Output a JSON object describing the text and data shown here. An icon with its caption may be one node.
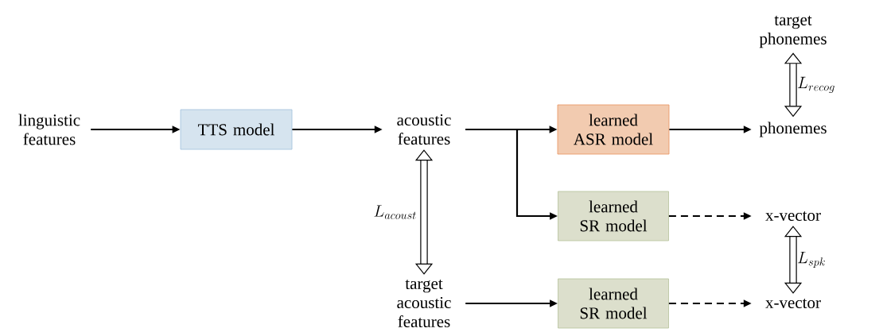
{
  "diagram": {
    "nodes": [
      {
        "text": [
          "linguistic features"
        ]
      },
      {
        "text": [
          "TTS model"
        ]
      },
      {
        "text": [
          "acoustic features"
        ]
      },
      {
        "text": [
          "learned ASR model"
        ]
      },
      {
        "text": [
          "phonemes"
        ]
      },
      {
        "text": [
          "target phonemes"
        ]
      },
      {
        "text": [
          "learned SR model"
        ]
      },
      {
        "text": [
          "x-vector"
        ]
      },
      {
        "text": [
          "target acoustic features"
        ]
      },
      {
        "text": [
          "learned SR model"
        ]
      },
      {
        "text": [
          "x-vector"
        ]
      }
    ],
    "edges": [
      {
        "from": 0,
        "to": 1,
        "arrow": "to"
      },
      {
        "from": 1,
        "to": 2,
        "arrow": "to"
      },
      {
        "from": 2,
        "to": 3,
        "arrow": "to"
      },
      {
        "from": 2,
        "to": 6,
        "arrow": "to"
      },
      {
        "from": 3,
        "to": 4,
        "arrow": "to"
      },
      {
        "from": 6,
        "to": 7,
        "arrow": "to",
        "style": "dashed"
      },
      {
        "from": 8,
        "to": 9,
        "arrow": "to"
      },
      {
        "from": 9,
        "to": 10,
        "arrow": "to",
        "style": "dashed"
      },
      {
        "from": 2,
        "to": 8,
        "arrow": "both",
        "style": "thick",
        "label": "L_{acoust}"
      },
      {
        "from": 5,
        "to": 4,
        "arrow": "both",
        "style": "thick",
        "label": "L_{recog}"
      },
      {
        "from": 7,
        "to": 10,
        "arrow": "both",
        "style": "thick",
        "label": "L_{spk}"
      }
    ]
  }
}
